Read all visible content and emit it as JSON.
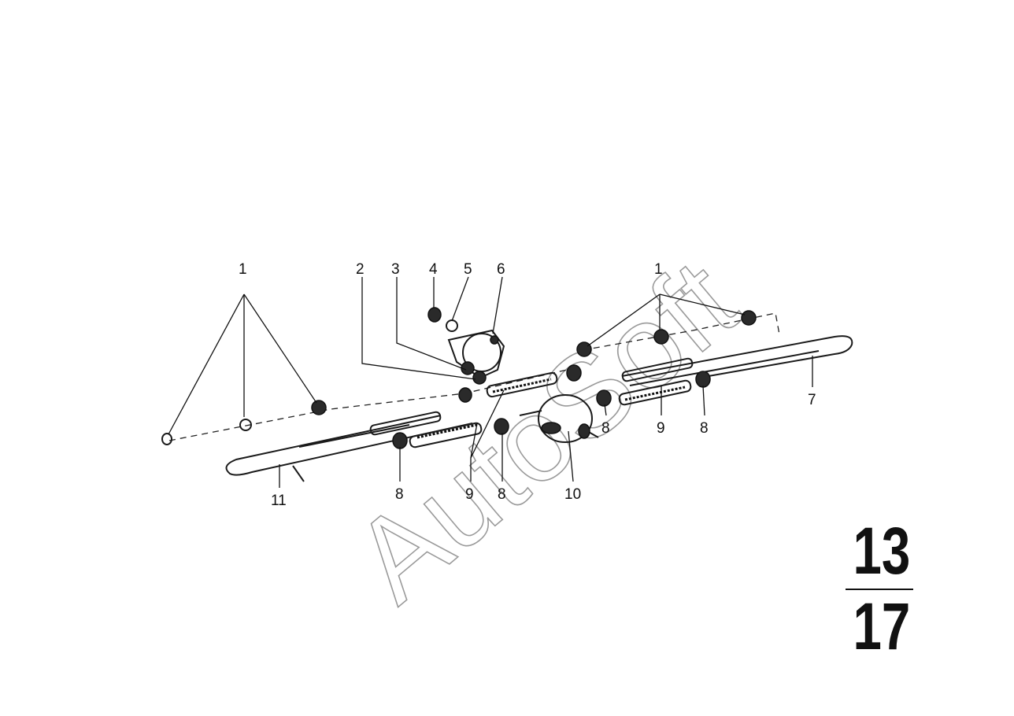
{
  "callouts": {
    "c1_left": "1",
    "c2": "2",
    "c3": "3",
    "c4": "4",
    "c5": "5",
    "c6": "6",
    "c1_right": "1",
    "c7": "7",
    "c8_a": "8",
    "c9_a": "9",
    "c8_b": "8",
    "c8_c": "8",
    "c9_b": "9",
    "c8_d": "8",
    "c10": "10",
    "c11": "11"
  },
  "watermark": "AutoSoft",
  "group_number": {
    "top": "13",
    "bottom": "17"
  },
  "colors": {
    "line": "#111111",
    "watermark": "#9a9a9a",
    "background": "#ffffff"
  }
}
